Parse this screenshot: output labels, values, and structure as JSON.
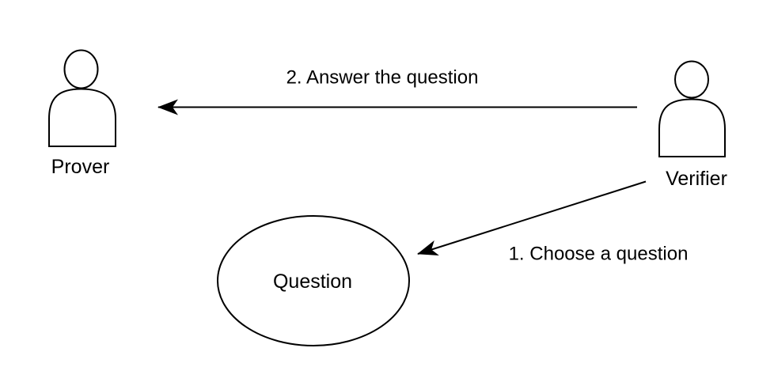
{
  "diagram": {
    "background_color": "#ffffff",
    "stroke_color": "#000000",
    "nodes": {
      "prover": {
        "label": "Prover",
        "shape": "person"
      },
      "verifier": {
        "label": "Verifier",
        "shape": "person"
      },
      "question": {
        "label": "Question",
        "shape": "ellipse"
      }
    },
    "edges": {
      "answer": {
        "label": "2. Answer the question",
        "from": "verifier",
        "to": "prover"
      },
      "choose": {
        "label": "1. Choose a question",
        "from": "verifier",
        "to": "question"
      }
    }
  }
}
